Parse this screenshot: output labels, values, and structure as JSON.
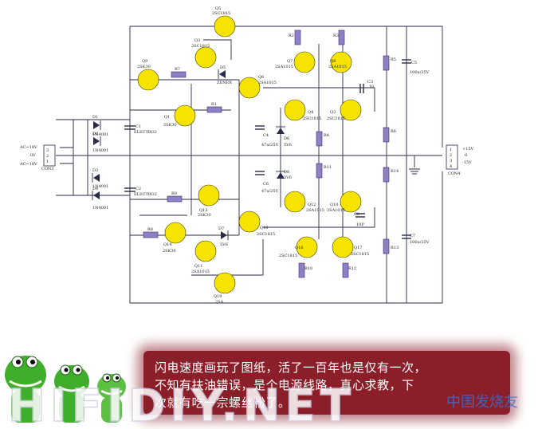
{
  "schematic": {
    "labels": {
      "q5": "Q5",
      "q5_type": "2SC1815",
      "q9": "Q9",
      "q9_type": "2SK30",
      "r7": "R7",
      "d5": "D5",
      "d5_type": "ZENER",
      "q6": "Q6",
      "q6_type": "2SA1015",
      "q7": "Q7",
      "q7_type": "2SA1015",
      "q8": "Q8",
      "q8_type": "2SA1015",
      "r2": "R2",
      "r3": "R3",
      "c3": "C3",
      "c3_val": "10",
      "r5": "R5",
      "c5": "C5",
      "c5_val": "100u/25V",
      "d1": "D1",
      "d2": "D2",
      "d1_type": "1N4001",
      "d2_type": "1N4001",
      "c1": "C1",
      "c1_type": "ELECTRO2",
      "q1": "Q1",
      "q1_type": "2SK30",
      "r1": "R1",
      "q4": "Q4",
      "q4_type": "2SC1815",
      "q3": "Q3",
      "q3_type": "2SC1815",
      "c4": "C4",
      "c4_val": "47u/25V",
      "d6": "D6",
      "d6_val": "5V6",
      "r4": "R4",
      "r6": "R6",
      "con_left": "CON3",
      "ac_top": "AC~18V",
      "ac_mid": "0V",
      "ac_bot": "AC~18V",
      "con_right": "CON4",
      "out_p15": "+15V",
      "out_0": "0",
      "out_m15": "-15V",
      "d3": "D3",
      "d4": "D4",
      "d3_type": "1N4001",
      "d4_type": "1N4001",
      "c2": "C2",
      "c2_type": "ELECTRO2",
      "r8": "R8",
      "r9": "R9",
      "q13": "Q13",
      "q13_type": "2SK30",
      "r11": "R11",
      "c6": "C6",
      "c6_val": "47u/25V",
      "d8": "D8",
      "d8_val": "5V6",
      "r14": "R14",
      "q12": "Q12",
      "q12_type": "2SA1015",
      "q10": "Q10",
      "q10_type": "2SA1015",
      "c8": "C8",
      "c8_val": "10P",
      "q14": "Q14",
      "q14_type": "2SK30",
      "d7": "D7",
      "d7_val": "5V6",
      "q18": "Q18",
      "q18_type": "2SC1815",
      "q11": "Q11",
      "q11_type": "2SA1015",
      "q16": "Q16",
      "q16_type": "2SC1815",
      "q17": "Q17",
      "q17_type": "2SC1815",
      "r10": "R10",
      "r12": "R12",
      "r13": "R13",
      "c7": "C7",
      "c7_val": "100u/25V",
      "q19": "Q19",
      "q19_type": "2SA"
    }
  },
  "caption": {
    "line1": "闪电速度画玩了图纸，活了一百年也是仅有一次，",
    "line2": "不知有扶油错误，是个电源线路，真心求教，下",
    "line3": "次就有吃一宗螺丝粉了。"
  },
  "watermark": {
    "text": "HIFIDIY.NET",
    "subtext": "中国发烧友"
  },
  "colors": {
    "transistor": "#f6e400",
    "resistor": "#8f7fc7",
    "wire": "#2a2a4a",
    "caption_bg": "#8a1f2a",
    "mascot": "#3fae2a"
  },
  "icons": {
    "mascot": "green-crocodile-mascot-icon"
  }
}
